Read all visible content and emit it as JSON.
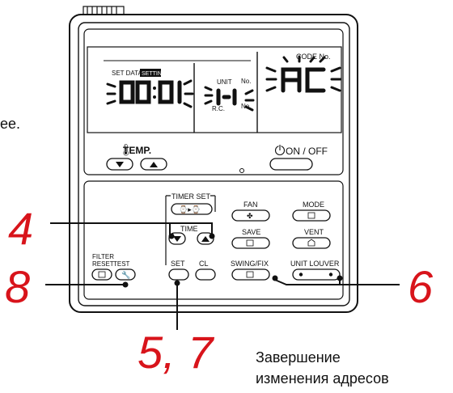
{
  "fragment_left": "ee.",
  "display": {
    "set_data": "SET DATA",
    "setting": "SETTING",
    "unit": "UNIT",
    "no1": "No.",
    "rc": "R.C.",
    "no2": "No.",
    "code_no": "CODE No.",
    "code_value": "AC",
    "timer_value": "00:01",
    "unit_value": "1-1"
  },
  "buttons": {
    "temp": "TEMP.",
    "on_off": "ON / OFF",
    "timer_set": "TIMER SET",
    "time": "TIME",
    "fan": "FAN",
    "mode": "MODE",
    "save": "SAVE",
    "vent": "VENT",
    "filter": "FILTER",
    "reset": "RESET",
    "test": "TEST",
    "set": "SET",
    "cl": "CL",
    "swing_fix": "SWING/FIX",
    "unit_louver": "UNIT LOUVER"
  },
  "callouts": {
    "step4": "4",
    "step8": "8",
    "step6": "6",
    "step57": "5, 7"
  },
  "caption": {
    "line1": "Завершение",
    "line2": "изменения адресов"
  }
}
